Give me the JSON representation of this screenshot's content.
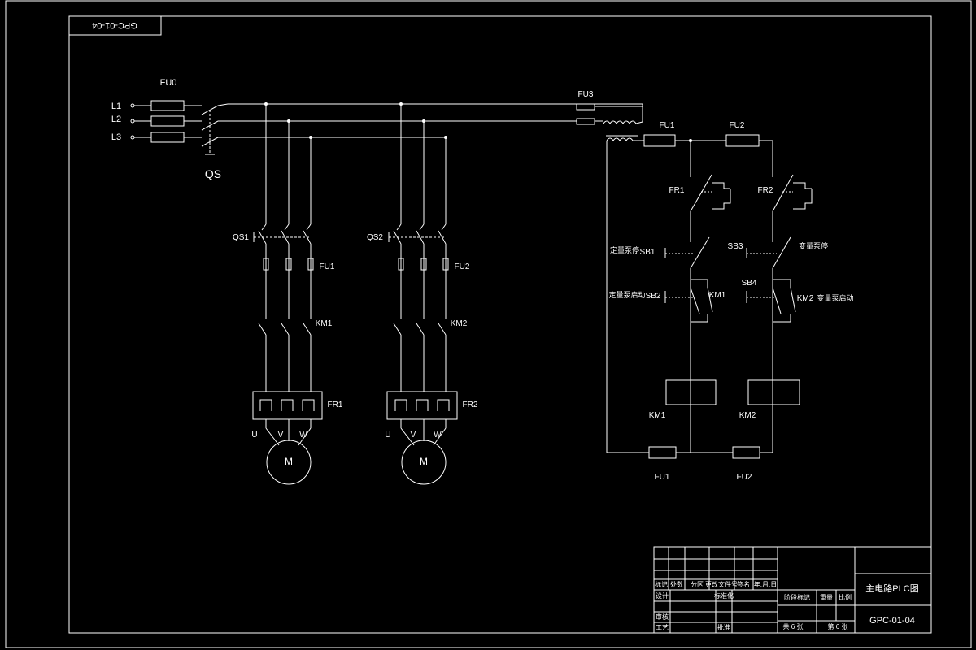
{
  "drawing": {
    "code_upside_down": "GPC-01-04",
    "supply": {
      "lines": [
        "L1",
        "L2",
        "L3"
      ],
      "main_fuse": "FU0",
      "main_switch": "QS"
    },
    "motor_circuits": [
      {
        "switch": "QS1",
        "fuse": "FU1",
        "contactor": "KM1",
        "relay": "FR1",
        "terminals": [
          "U",
          "V",
          "W"
        ],
        "motor": "M"
      },
      {
        "switch": "QS2",
        "fuse": "FU2",
        "contactor": "KM2",
        "relay": "FR2",
        "terminals": [
          "U",
          "V",
          "W"
        ],
        "motor": "M"
      }
    ],
    "control": {
      "fu3": "FU3",
      "top_fuses": [
        "FU1",
        "FU2"
      ],
      "relays": [
        "FR1",
        "FR2"
      ],
      "stop_buttons": [
        "SB1",
        "SB3"
      ],
      "stop_notes": [
        "定量泵停",
        "变量泵停"
      ],
      "start_buttons": [
        "SB2",
        "SB4"
      ],
      "start_notes": [
        "定量泵启动",
        "变量泵启动"
      ],
      "aux_contacts": [
        "KM1",
        "KM2"
      ],
      "coils": [
        "KM1",
        "KM2"
      ],
      "bottom_fuses": [
        "FU1",
        "FU2"
      ]
    }
  },
  "title_block": {
    "header_cells": [
      "标记",
      "处数",
      "分区",
      "更改文件号",
      "签名",
      "年.月.日"
    ],
    "left_labels": {
      "design": "设计",
      "standard": "标准化",
      "review": "审核",
      "process": "工艺",
      "approve": "批准"
    },
    "stage": "阶段标记",
    "weight": "重量",
    "scale": "比例",
    "sheets_total": "共 6 张",
    "sheet_no": "第 6 张",
    "title": "主电路PLC图",
    "code": "GPC-01-04"
  }
}
